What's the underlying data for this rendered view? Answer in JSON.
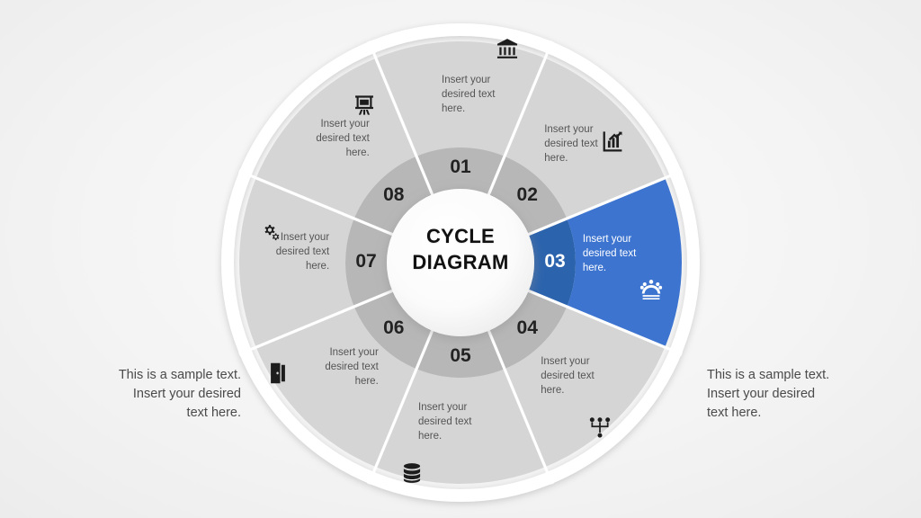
{
  "center": {
    "title": "CYCLE\nDIAGRAM"
  },
  "colors": {
    "background": "#f2f2f2",
    "outer_segment_gray": "#d5d5d5",
    "inner_ring_gray": "#b7b7b7",
    "accent_blue": "#3d74d0",
    "accent_blue_dark": "#2b63ad",
    "divider_white": "#ffffff",
    "text_gray": "#555555"
  },
  "segments": [
    {
      "number": "01",
      "text": "Insert your\ndesired text\nhere.",
      "icon": "bank-icon",
      "highlighted": false
    },
    {
      "number": "02",
      "text": "Insert your\ndesired text\nhere.",
      "icon": "bar-chart-icon",
      "highlighted": false
    },
    {
      "number": "03",
      "text": "Insert your\ndesired text\nhere.",
      "icon": "team-meeting-icon",
      "highlighted": true
    },
    {
      "number": "04",
      "text": "Insert your\ndesired text\nhere.",
      "icon": "hierarchy-icon",
      "highlighted": false
    },
    {
      "number": "05",
      "text": "Insert your\ndesired text\nhere.",
      "icon": "database-icon",
      "highlighted": false
    },
    {
      "number": "06",
      "text": "Insert your\ndesired text\nhere.",
      "icon": "door-icon",
      "highlighted": false
    },
    {
      "number": "07",
      "text": "Insert your\ndesired text\nhere.",
      "icon": "gears-icon",
      "highlighted": false
    },
    {
      "number": "08",
      "text": "Insert your\ndesired text\nhere.",
      "icon": "easel-board-icon",
      "highlighted": false
    }
  ],
  "side_notes": {
    "left": "This is a sample text.\nInsert your desired\ntext here.",
    "right": "This is a sample text.\nInsert your desired\ntext here."
  }
}
